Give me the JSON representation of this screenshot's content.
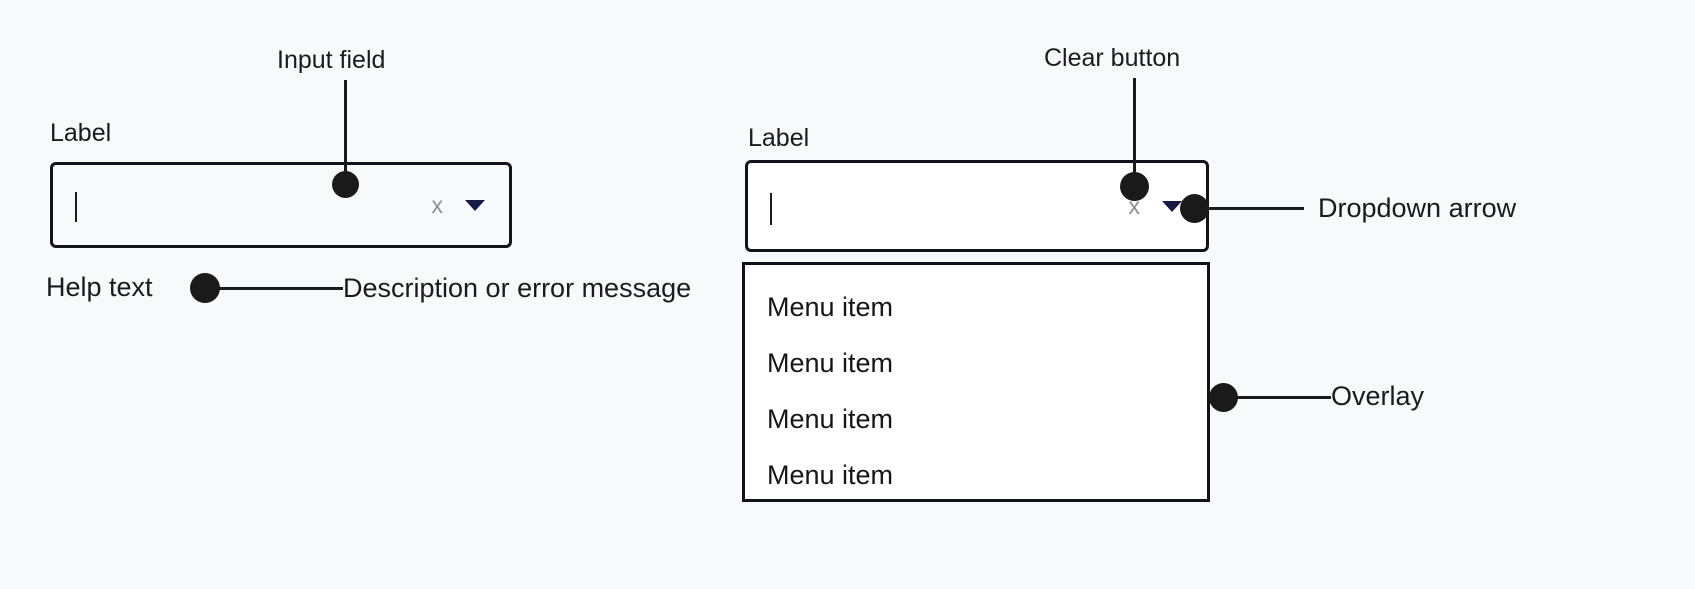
{
  "page": {
    "background": "#f7f9fb",
    "ink": "#1b1b1f"
  },
  "left_field": {
    "label": "Label",
    "input_value": "",
    "caret_visible": true,
    "clear_icon": "x",
    "clear_icon_color": "#8a8f98",
    "dropdown_icon": "chevron-down-filled",
    "dropdown_icon_color": "#171a45",
    "help_text": "Help text"
  },
  "right_field": {
    "label": "Label",
    "input_value": "",
    "caret_visible": true,
    "clear_icon": "x",
    "clear_icon_color": "#8a8f98",
    "dropdown_icon": "chevron-down-filled",
    "dropdown_icon_color": "#171a45"
  },
  "overlay_menu": {
    "items": [
      {
        "label": "Menu item"
      },
      {
        "label": "Menu item"
      },
      {
        "label": "Menu item"
      },
      {
        "label": "Menu item"
      }
    ]
  },
  "annotations": {
    "input_field": "Input field",
    "clear_button": "Clear button",
    "dropdown_arrow": "Dropdown arrow",
    "overlay": "Overlay",
    "description": "Description or error message"
  }
}
